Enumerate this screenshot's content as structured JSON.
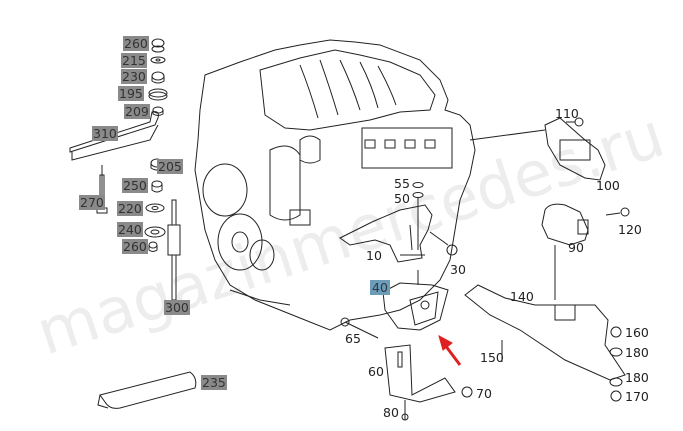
{
  "watermark": "magazinmercedes.ru",
  "colors": {
    "label_gray": "#8a8a8a",
    "label_selected": "#6c9cb8",
    "arrow": "#e02020",
    "line": "#222222"
  },
  "labels": {
    "p260a": "260",
    "p215": "215",
    "p230": "230",
    "p195": "195",
    "p209": "209",
    "p310": "310",
    "p205": "205",
    "p250": "250",
    "p270": "270",
    "p220": "220",
    "p240": "240",
    "p260b": "260",
    "p300": "300",
    "p235": "235",
    "p55": "55",
    "p50": "50",
    "p10": "10",
    "p30": "30",
    "p40": "40",
    "p65": "65",
    "p60": "60",
    "p80": "80",
    "p70": "70",
    "p110": "110",
    "p100": "100",
    "p90": "90",
    "p120": "120",
    "p140": "140",
    "p150": "150",
    "p160": "160",
    "p180a": "180",
    "p180b": "180",
    "p170": "170"
  }
}
